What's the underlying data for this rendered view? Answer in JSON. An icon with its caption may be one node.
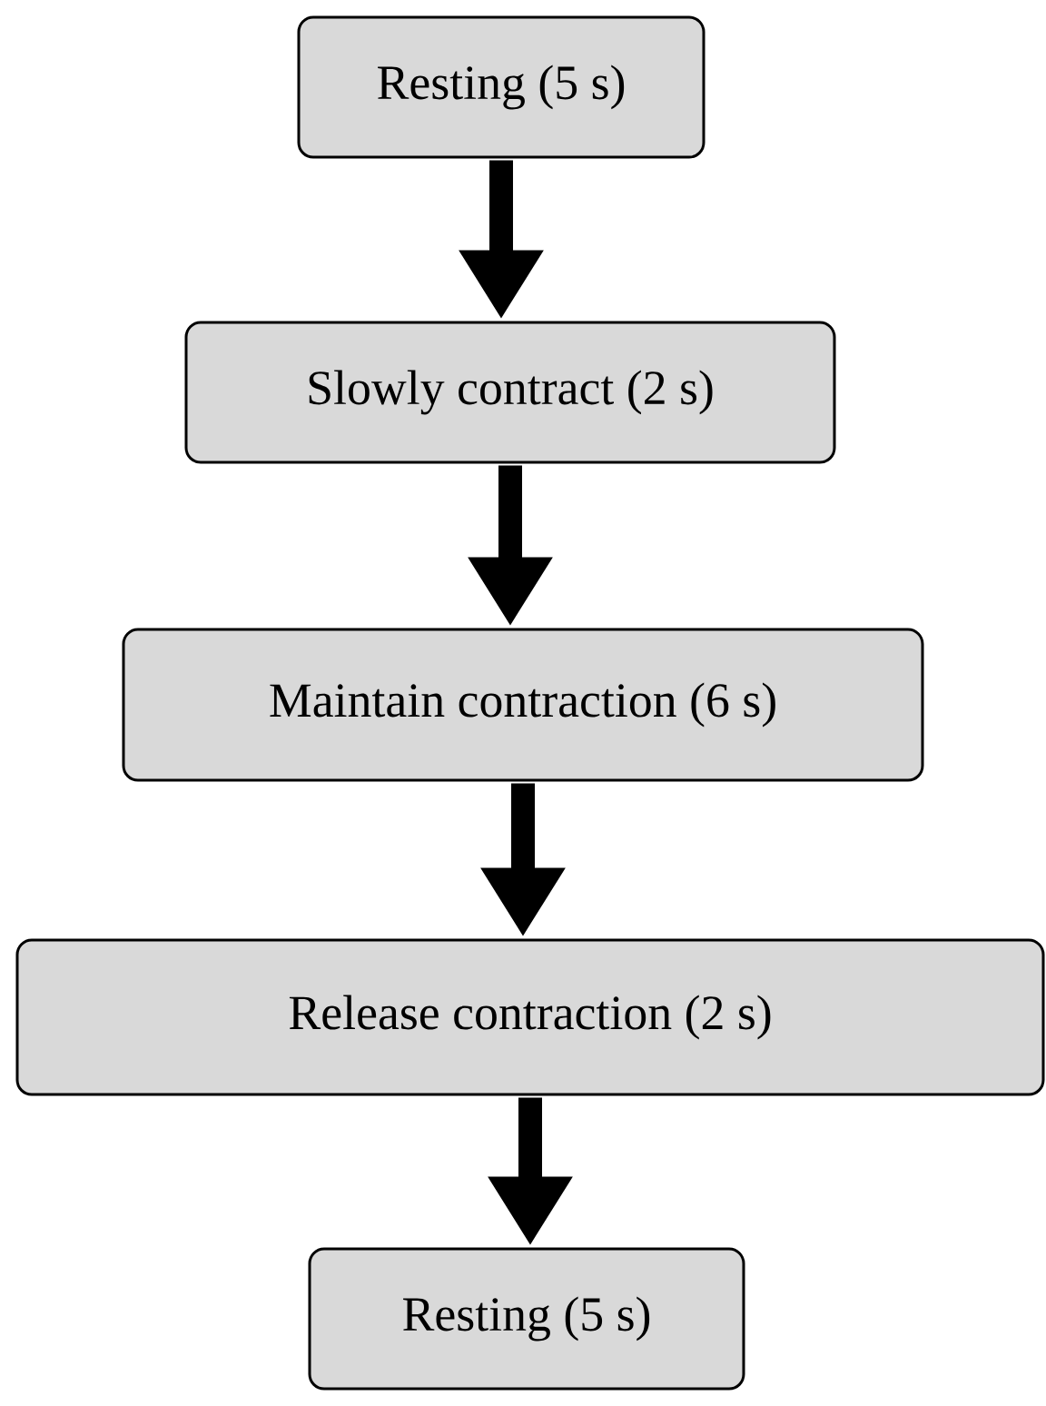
{
  "diagram": {
    "nodes": [
      {
        "text": [
          "Resting (5 s)"
        ]
      },
      {
        "text": [
          "Slowly contract (2 s)"
        ]
      },
      {
        "text": [
          "Maintain contraction (6 s)"
        ]
      },
      {
        "text": [
          "Release contraction (2 s)"
        ]
      },
      {
        "text": [
          "Resting (5 s)"
        ]
      }
    ],
    "edges": [
      {
        "from": 0,
        "to": 1,
        "arrow": "to"
      },
      {
        "from": 1,
        "to": 2,
        "arrow": "to"
      },
      {
        "from": 2,
        "to": 3,
        "arrow": "to"
      },
      {
        "from": 3,
        "to": 4,
        "arrow": "to"
      }
    ]
  }
}
